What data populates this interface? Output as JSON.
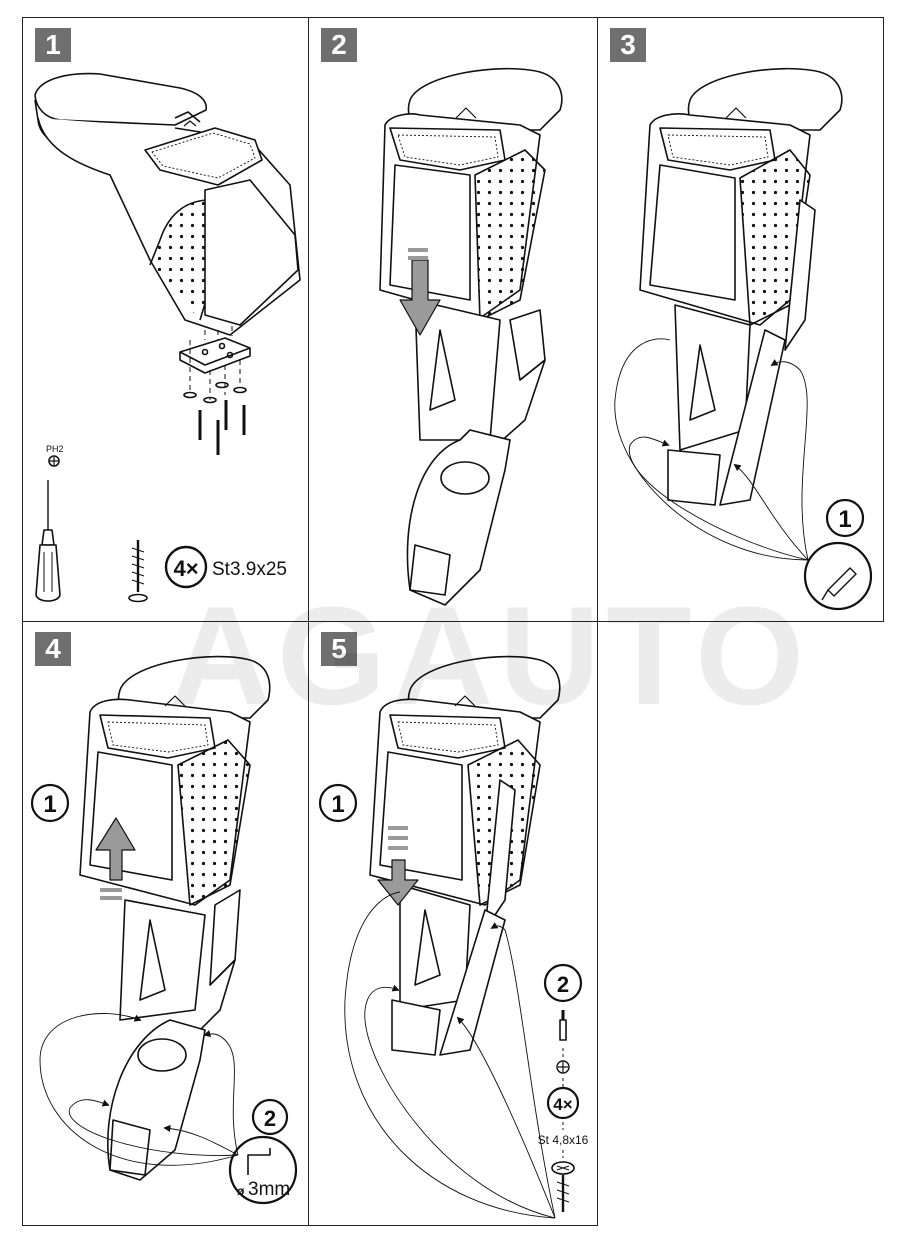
{
  "steps": [
    {
      "number": "1"
    },
    {
      "number": "2"
    },
    {
      "number": "3"
    },
    {
      "number": "4"
    },
    {
      "number": "5"
    }
  ],
  "watermark": "AGAUTO",
  "step1": {
    "driver_type": "PH2",
    "screw_count": "4×",
    "screw_spec": "St3.9x25"
  },
  "step3": {
    "callout": "1"
  },
  "step4": {
    "callout_1": "1",
    "callout_2": "2",
    "hole_size": "3mm",
    "hole_symbol": "ø"
  },
  "step5": {
    "callout_1": "1",
    "callout_2": "2",
    "screw_count": "4×",
    "screw_spec": "St 4,8x16"
  },
  "colors": {
    "badge": "#6f6f6f",
    "line": "#111111",
    "arrow_fill": "#9a9a9a"
  }
}
